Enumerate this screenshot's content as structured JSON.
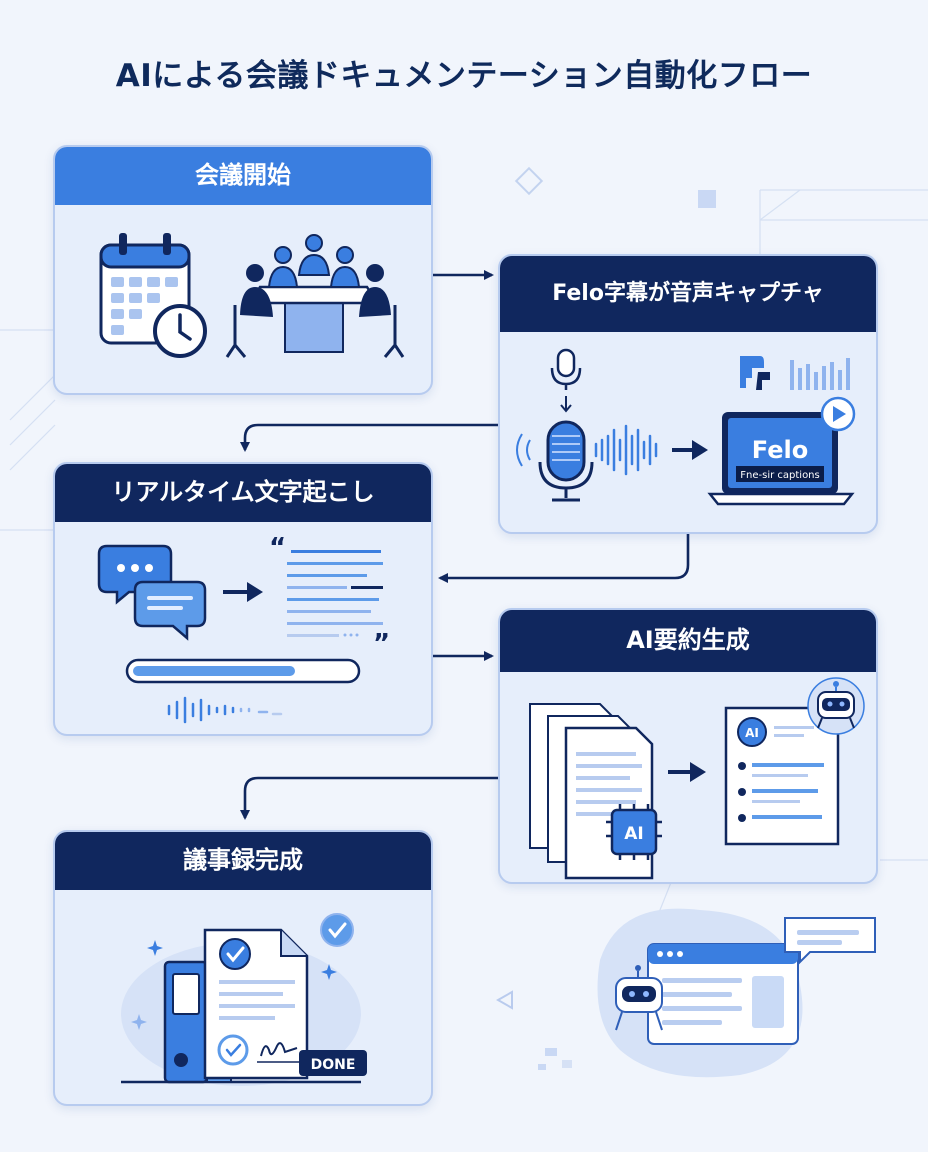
{
  "title": "AIによる会議ドキュメンテーション自動化フロー",
  "steps": [
    {
      "title": "会議開始"
    },
    {
      "title": "Felo字幕が音声キャプチャ"
    },
    {
      "title": "リアルタイム文字起こし"
    },
    {
      "title": "AI要約生成"
    },
    {
      "title": "議事録完成"
    }
  ],
  "felo_screen": {
    "logo": "Felo",
    "caption": "Fne-sir captions"
  },
  "ai_summary": {
    "chip_label": "AI",
    "badge_label": "AI"
  },
  "completion": {
    "done_label": "DONE"
  },
  "colors": {
    "navy": "#10275e",
    "accent": "#3a7ee0",
    "card_bg": "#e6eefb",
    "page_bg": "#f1f5fc"
  }
}
